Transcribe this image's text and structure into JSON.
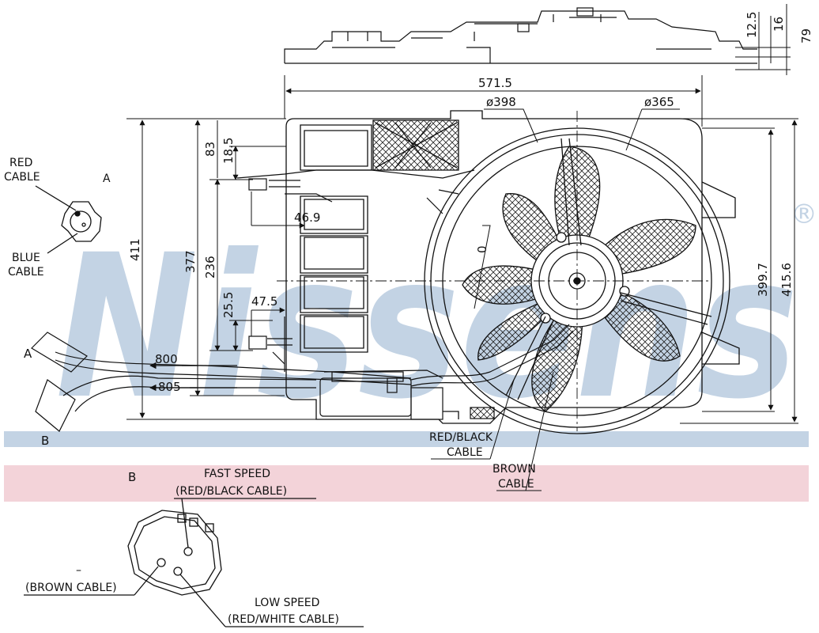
{
  "brand": {
    "watermark": "Nissens",
    "registered_mark": "®"
  },
  "colors": {
    "watermark": "#c3d3e4",
    "band_blue": "#c3d3e4",
    "band_pink": "#f3d3d9",
    "line": "#111111"
  },
  "dimensions": {
    "width_total": "571.5",
    "fan_outer_diameter": "ø398",
    "fan_inner_diameter": "ø365",
    "height_total": "411",
    "height_377": "377",
    "height_236": "236",
    "height_83": "83",
    "height_18_5": "18.5",
    "offset_46_9": "46.9",
    "height_25_5": "25.5",
    "offset_47_5": "47.5",
    "cable_800": "800",
    "cable_805": "805",
    "right_399_7": "399.7",
    "right_415_6": "415.6",
    "side_12_5": "12.5",
    "side_16": "16",
    "side_79": "79",
    "hub_dim": "0"
  },
  "connector_a": {
    "marker": "A",
    "red_cable": [
      "RED",
      "CABLE"
    ],
    "blue_cable": [
      "BLUE",
      "CABLE"
    ]
  },
  "markers": {
    "a_cable": "A",
    "b_cable": "B",
    "b_detail": "B"
  },
  "cable_labels": {
    "red_black": [
      "RED/BLACK",
      "CABLE"
    ],
    "brown": [
      "BROWN",
      "CABLE"
    ]
  },
  "connector_b": {
    "fast_speed": "FAST SPEED",
    "fast_speed_cable": "(RED/BLACK CABLE)",
    "minus": "–",
    "brown_cable": "(BROWN CABLE)",
    "low_speed": "LOW SPEED",
    "low_speed_cable": "(RED/WHITE CABLE)"
  }
}
